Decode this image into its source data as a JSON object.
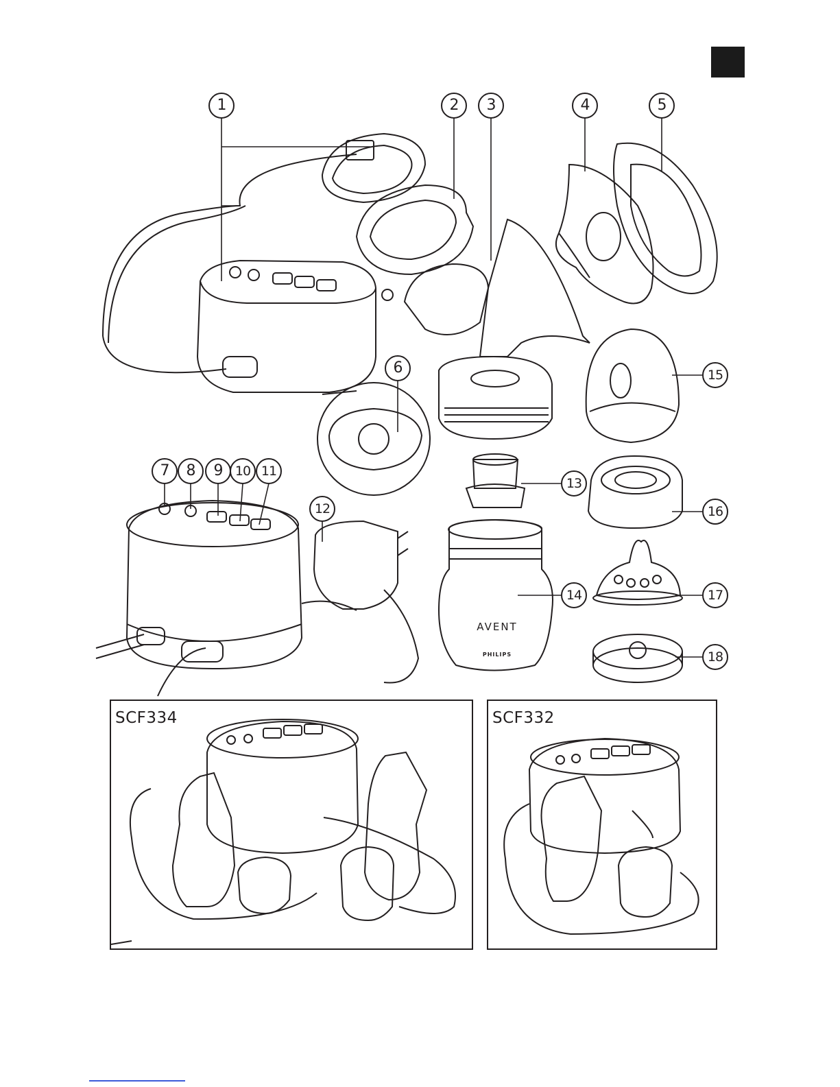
{
  "callouts": [
    "1",
    "2",
    "3",
    "4",
    "5",
    "6",
    "7",
    "8",
    "9",
    "10",
    "11",
    "12",
    "13",
    "14",
    "15",
    "16",
    "17",
    "18"
  ],
  "models": {
    "left": "SCF334",
    "right": "SCF332"
  },
  "bottle_brand": "AVENT",
  "bottle_maker": "PHILIPS",
  "colors": {
    "ink": "#231f20",
    "tab": "#1b1b1b",
    "footer_rule": "#3b5bd9"
  }
}
